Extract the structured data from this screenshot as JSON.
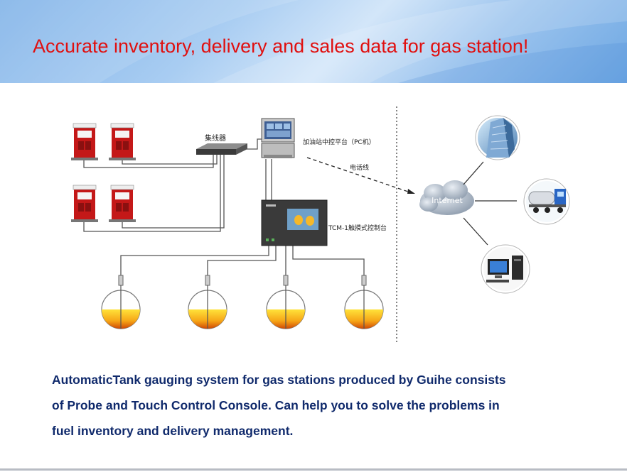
{
  "banner": {
    "title": "Accurate inventory, delivery and sales data for gas station!"
  },
  "diagram": {
    "hub_label": "集线器",
    "pc_label": "加油站中控平台（PC机）",
    "console_label": "TCM-1触摸式控制台",
    "phone_line_label": "电话线",
    "internet_label": "Internet"
  },
  "caption": {
    "line1": "AutomaticTank gauging system for gas stations produced by Guihe consists",
    "line2": "of Probe and Touch Control Console. Can help you to solve the problems in",
    "line3": "fuel inventory and delivery management."
  }
}
